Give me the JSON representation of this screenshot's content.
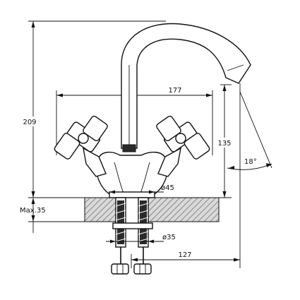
{
  "drawing": {
    "dimensions": {
      "height": "209",
      "handle_span": "177",
      "spout_height": "135",
      "spout_angle": "18°",
      "base_diameter": "ø45",
      "max_thickness": "Max.35",
      "hole_diameter": "ø35",
      "spout_reach": "127"
    },
    "colors": {
      "line": "#111111",
      "hatch_fill": "#bfbfbf",
      "dark_fill": "#2a2a2a",
      "background": "#ffffff"
    }
  }
}
